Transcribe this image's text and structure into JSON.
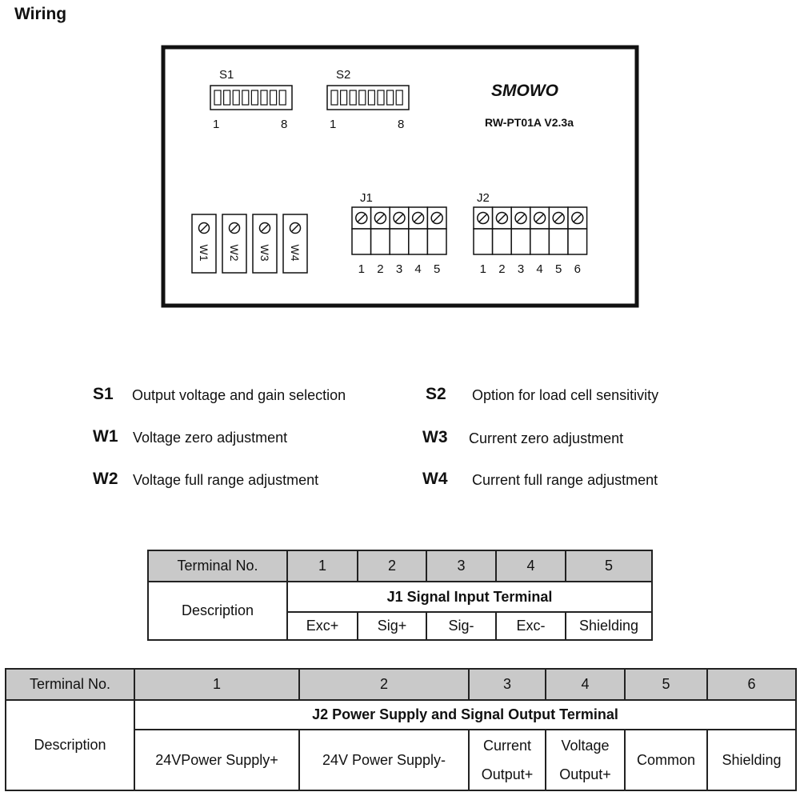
{
  "heading": "Wiring",
  "board": {
    "brand": "SMOWO",
    "model": "RW-PT01A  V2.3a",
    "s1_label": "S1",
    "s2_label": "S2",
    "switch_start": "1",
    "switch_end": "8",
    "j1_label": "J1",
    "j2_label": "J2",
    "j1_pins": [
      "1",
      "2",
      "3",
      "4",
      "5"
    ],
    "j2_pins": [
      "1",
      "2",
      "3",
      "4",
      "5",
      "6"
    ],
    "pots": [
      "W1",
      "W2",
      "W3",
      "W4"
    ]
  },
  "legend": [
    {
      "code": "S1",
      "desc": "Output voltage and gain selection"
    },
    {
      "code": "S2",
      "desc": "Option for load cell sensitivity"
    },
    {
      "code": "W1",
      "desc": "Voltage zero adjustment"
    },
    {
      "code": "W3",
      "desc": "Current zero adjustment"
    },
    {
      "code": "W2",
      "desc": "Voltage full range adjustment"
    },
    {
      "code": "W4",
      "desc": "Current full range adjustment"
    }
  ],
  "table1": {
    "terminal_no": "Terminal No.",
    "numbers": [
      "1",
      "2",
      "3",
      "4",
      "5"
    ],
    "description": "Description",
    "title": "J1 Signal Input Terminal",
    "items": [
      "Exc+",
      "Sig+",
      "Sig-",
      "Exc-",
      "Shielding"
    ]
  },
  "table2": {
    "terminal_no": "Terminal No.",
    "numbers": [
      "1",
      "2",
      "3",
      "4",
      "5",
      "6"
    ],
    "description": "Description",
    "title": "J2 Power Supply and Signal Output Terminal",
    "items": [
      "24VPower Supply+",
      "24V Power Supply-",
      "Current\nOutput+",
      "Voltage\nOutput+",
      "Common",
      "Shielding"
    ]
  }
}
